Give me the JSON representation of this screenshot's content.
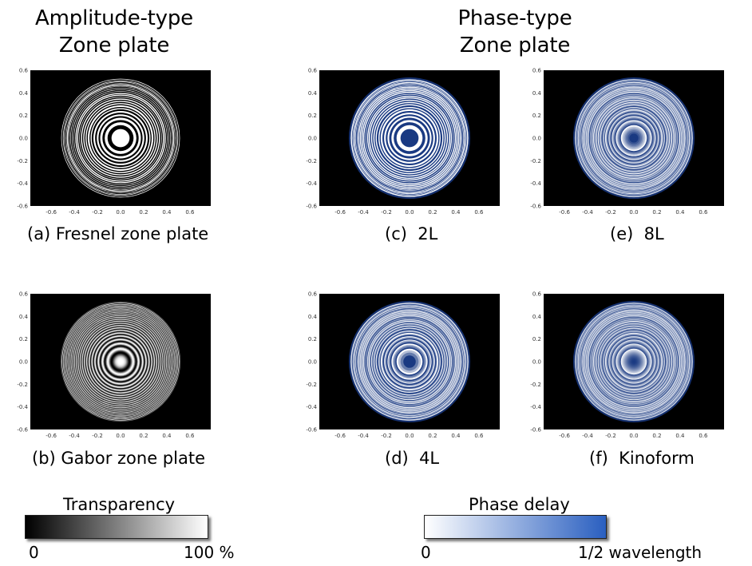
{
  "headings": {
    "amplitude": {
      "line1": "Amplitude-type",
      "line2": "Zone plate"
    },
    "phase": {
      "line1": "Phase-type",
      "line2": "Zone plate"
    }
  },
  "panels": [
    {
      "id": "fresnel",
      "caption": "(a) Fresnel zone plate",
      "colormap": "gray",
      "profile": "binary-amplitude"
    },
    {
      "id": "gabor",
      "caption": "(b) Gabor zone plate",
      "colormap": "gray",
      "profile": "sinusoidal-amplitude"
    },
    {
      "id": "2L",
      "caption": "(c)  2L",
      "colormap": "blues",
      "profile": "2-level-phase"
    },
    {
      "id": "4L",
      "caption": "(d)  4L",
      "colormap": "blues",
      "profile": "4-level-phase"
    },
    {
      "id": "8L",
      "caption": "(e)  8L",
      "colormap": "blues",
      "profile": "8-level-phase"
    },
    {
      "id": "kinoform",
      "caption": "(f)  Kinoform",
      "colormap": "blues",
      "profile": "continuous-phase"
    }
  ],
  "axes": {
    "x_ticks": [
      "-0.6",
      "-0.4",
      "-0.2",
      "0.0",
      "0.2",
      "0.4",
      "0.6"
    ],
    "y_ticks": [
      "0.6",
      "0.4",
      "0.2",
      "0.0",
      "-0.2",
      "-0.4",
      "-0.6"
    ],
    "x_values": [
      -0.6,
      -0.4,
      -0.2,
      0.0,
      0.2,
      0.4,
      0.6
    ],
    "y_values": [
      0.6,
      0.4,
      0.2,
      0.0,
      -0.2,
      -0.4,
      -0.6
    ],
    "xlim": [
      -0.78,
      0.78
    ],
    "ylim": [
      -0.6,
      0.6
    ]
  },
  "legends": {
    "transparency": {
      "title": "Transparency",
      "min_label": "0",
      "max_label": "100 %"
    },
    "phase": {
      "title": "Phase delay",
      "min_label": "0",
      "max_label": "1/2 wavelength"
    }
  },
  "colors": {
    "background": "#000000",
    "gray_low": "#000000",
    "gray_high": "#ffffff",
    "blue_low": "#ffffff",
    "blue_high": "#1a3a82"
  }
}
